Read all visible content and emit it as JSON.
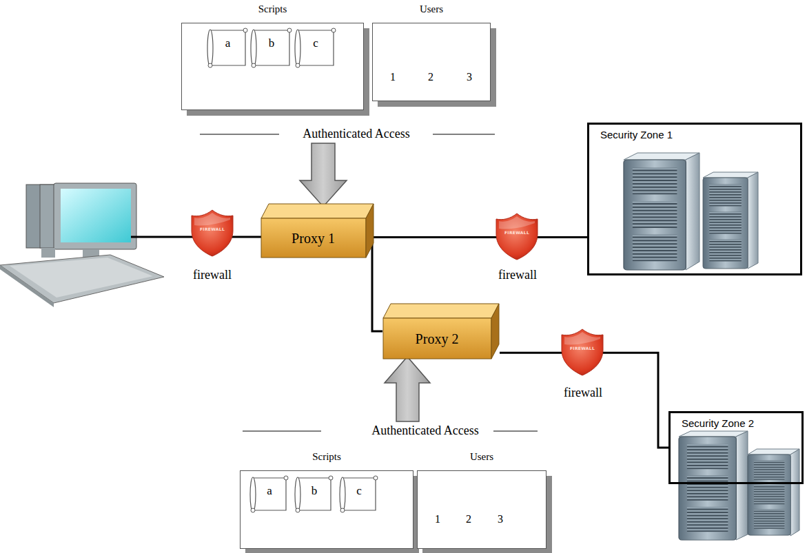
{
  "diagram": {
    "nodes": [
      {
        "text": [
          "Scripts"
        ]
      },
      {
        "text": [
          "a"
        ],
        "in": 0
      },
      {
        "text": [
          "b"
        ],
        "in": 0
      },
      {
        "text": [
          "c"
        ],
        "in": 0
      },
      {
        "text": [
          "Users"
        ]
      },
      {
        "text": [
          "Proxy 1"
        ]
      },
      {
        "text": [
          "Security Zone 1"
        ]
      },
      {
        "text": [
          "Proxy 2"
        ]
      },
      {
        "text": [
          "Security Zone 2"
        ]
      },
      {
        "text": [
          "Scripts"
        ]
      },
      {
        "text": [
          "a"
        ],
        "in": 9
      },
      {
        "text": [
          "b"
        ],
        "in": 9
      },
      {
        "text": [
          "c"
        ],
        "in": 9
      },
      {
        "text": [
          "Users"
        ]
      }
    ],
    "edges": [
      {
        "from": 5,
        "to": 6,
        "arrow": "none"
      },
      {
        "from": 5,
        "to": 7,
        "arrow": "none"
      },
      {
        "from": 7,
        "to": 8,
        "arrow": "none"
      }
    ],
    "labels": [
      "1",
      "2",
      "3",
      "Authenticated Access",
      "FIREWALL",
      "firewall",
      "FIREWALL",
      "firewall",
      "FIREWALL",
      "firewall",
      "Authenticated Access",
      "1",
      "2",
      "3"
    ]
  }
}
